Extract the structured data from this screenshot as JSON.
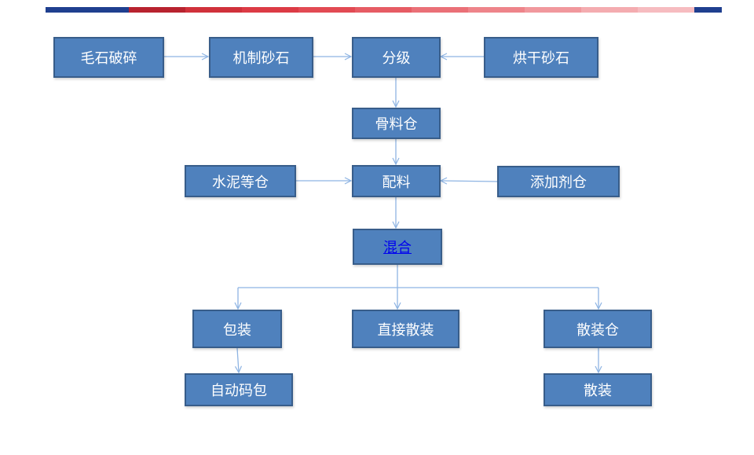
{
  "diagram": {
    "nodes": {
      "stone_crushing": "毛石破碎",
      "machine_sand": "机制砂石",
      "grading": "分级",
      "dried_sand": "烘干砂石",
      "aggregate_silo": "骨料仓",
      "cement_silo": "水泥等仓",
      "batching": "配料",
      "additive_silo": "添加剂仓",
      "mixing": "混合",
      "packing": "包装",
      "direct_bulk": "直接散装",
      "bulk_silo": "散装仓",
      "auto_stacking": "自动码包",
      "bulk": "散装"
    },
    "edges": [
      [
        "stone_crushing",
        "machine_sand"
      ],
      [
        "machine_sand",
        "grading"
      ],
      [
        "dried_sand",
        "grading"
      ],
      [
        "grading",
        "aggregate_silo"
      ],
      [
        "aggregate_silo",
        "batching"
      ],
      [
        "cement_silo",
        "batching"
      ],
      [
        "additive_silo",
        "batching"
      ],
      [
        "batching",
        "mixing"
      ],
      [
        "mixing",
        "packing"
      ],
      [
        "mixing",
        "direct_bulk"
      ],
      [
        "mixing",
        "bulk_silo"
      ],
      [
        "packing",
        "auto_stacking"
      ],
      [
        "bulk_silo",
        "bulk"
      ]
    ]
  },
  "colors": {
    "box_fill": "#4f81bd",
    "box_border": "#385d8a",
    "connector": "#8eb4e3",
    "link_text": "#0000ee"
  }
}
